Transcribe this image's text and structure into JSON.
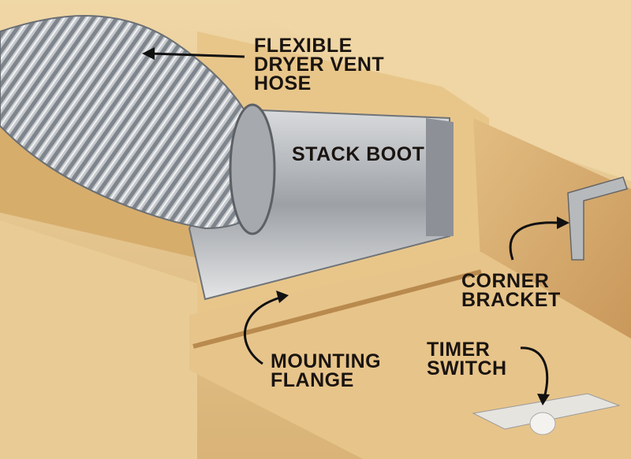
{
  "labels": {
    "hose": [
      "FLEXIBLE",
      "DRYER VENT",
      "HOSE"
    ],
    "stack_boot": "STACK BOOT",
    "corner_bracket": [
      "CORNER",
      "BRACKET"
    ],
    "mounting_flange": [
      "MOUNTING",
      "FLANGE"
    ],
    "timer_switch": [
      "TIMER",
      "SWITCH"
    ]
  },
  "colors": {
    "wood_light": "#ecd09a",
    "wood_dark": "#c99a5c",
    "metal": "#b9bcc0",
    "label_text": "#1a1410"
  }
}
